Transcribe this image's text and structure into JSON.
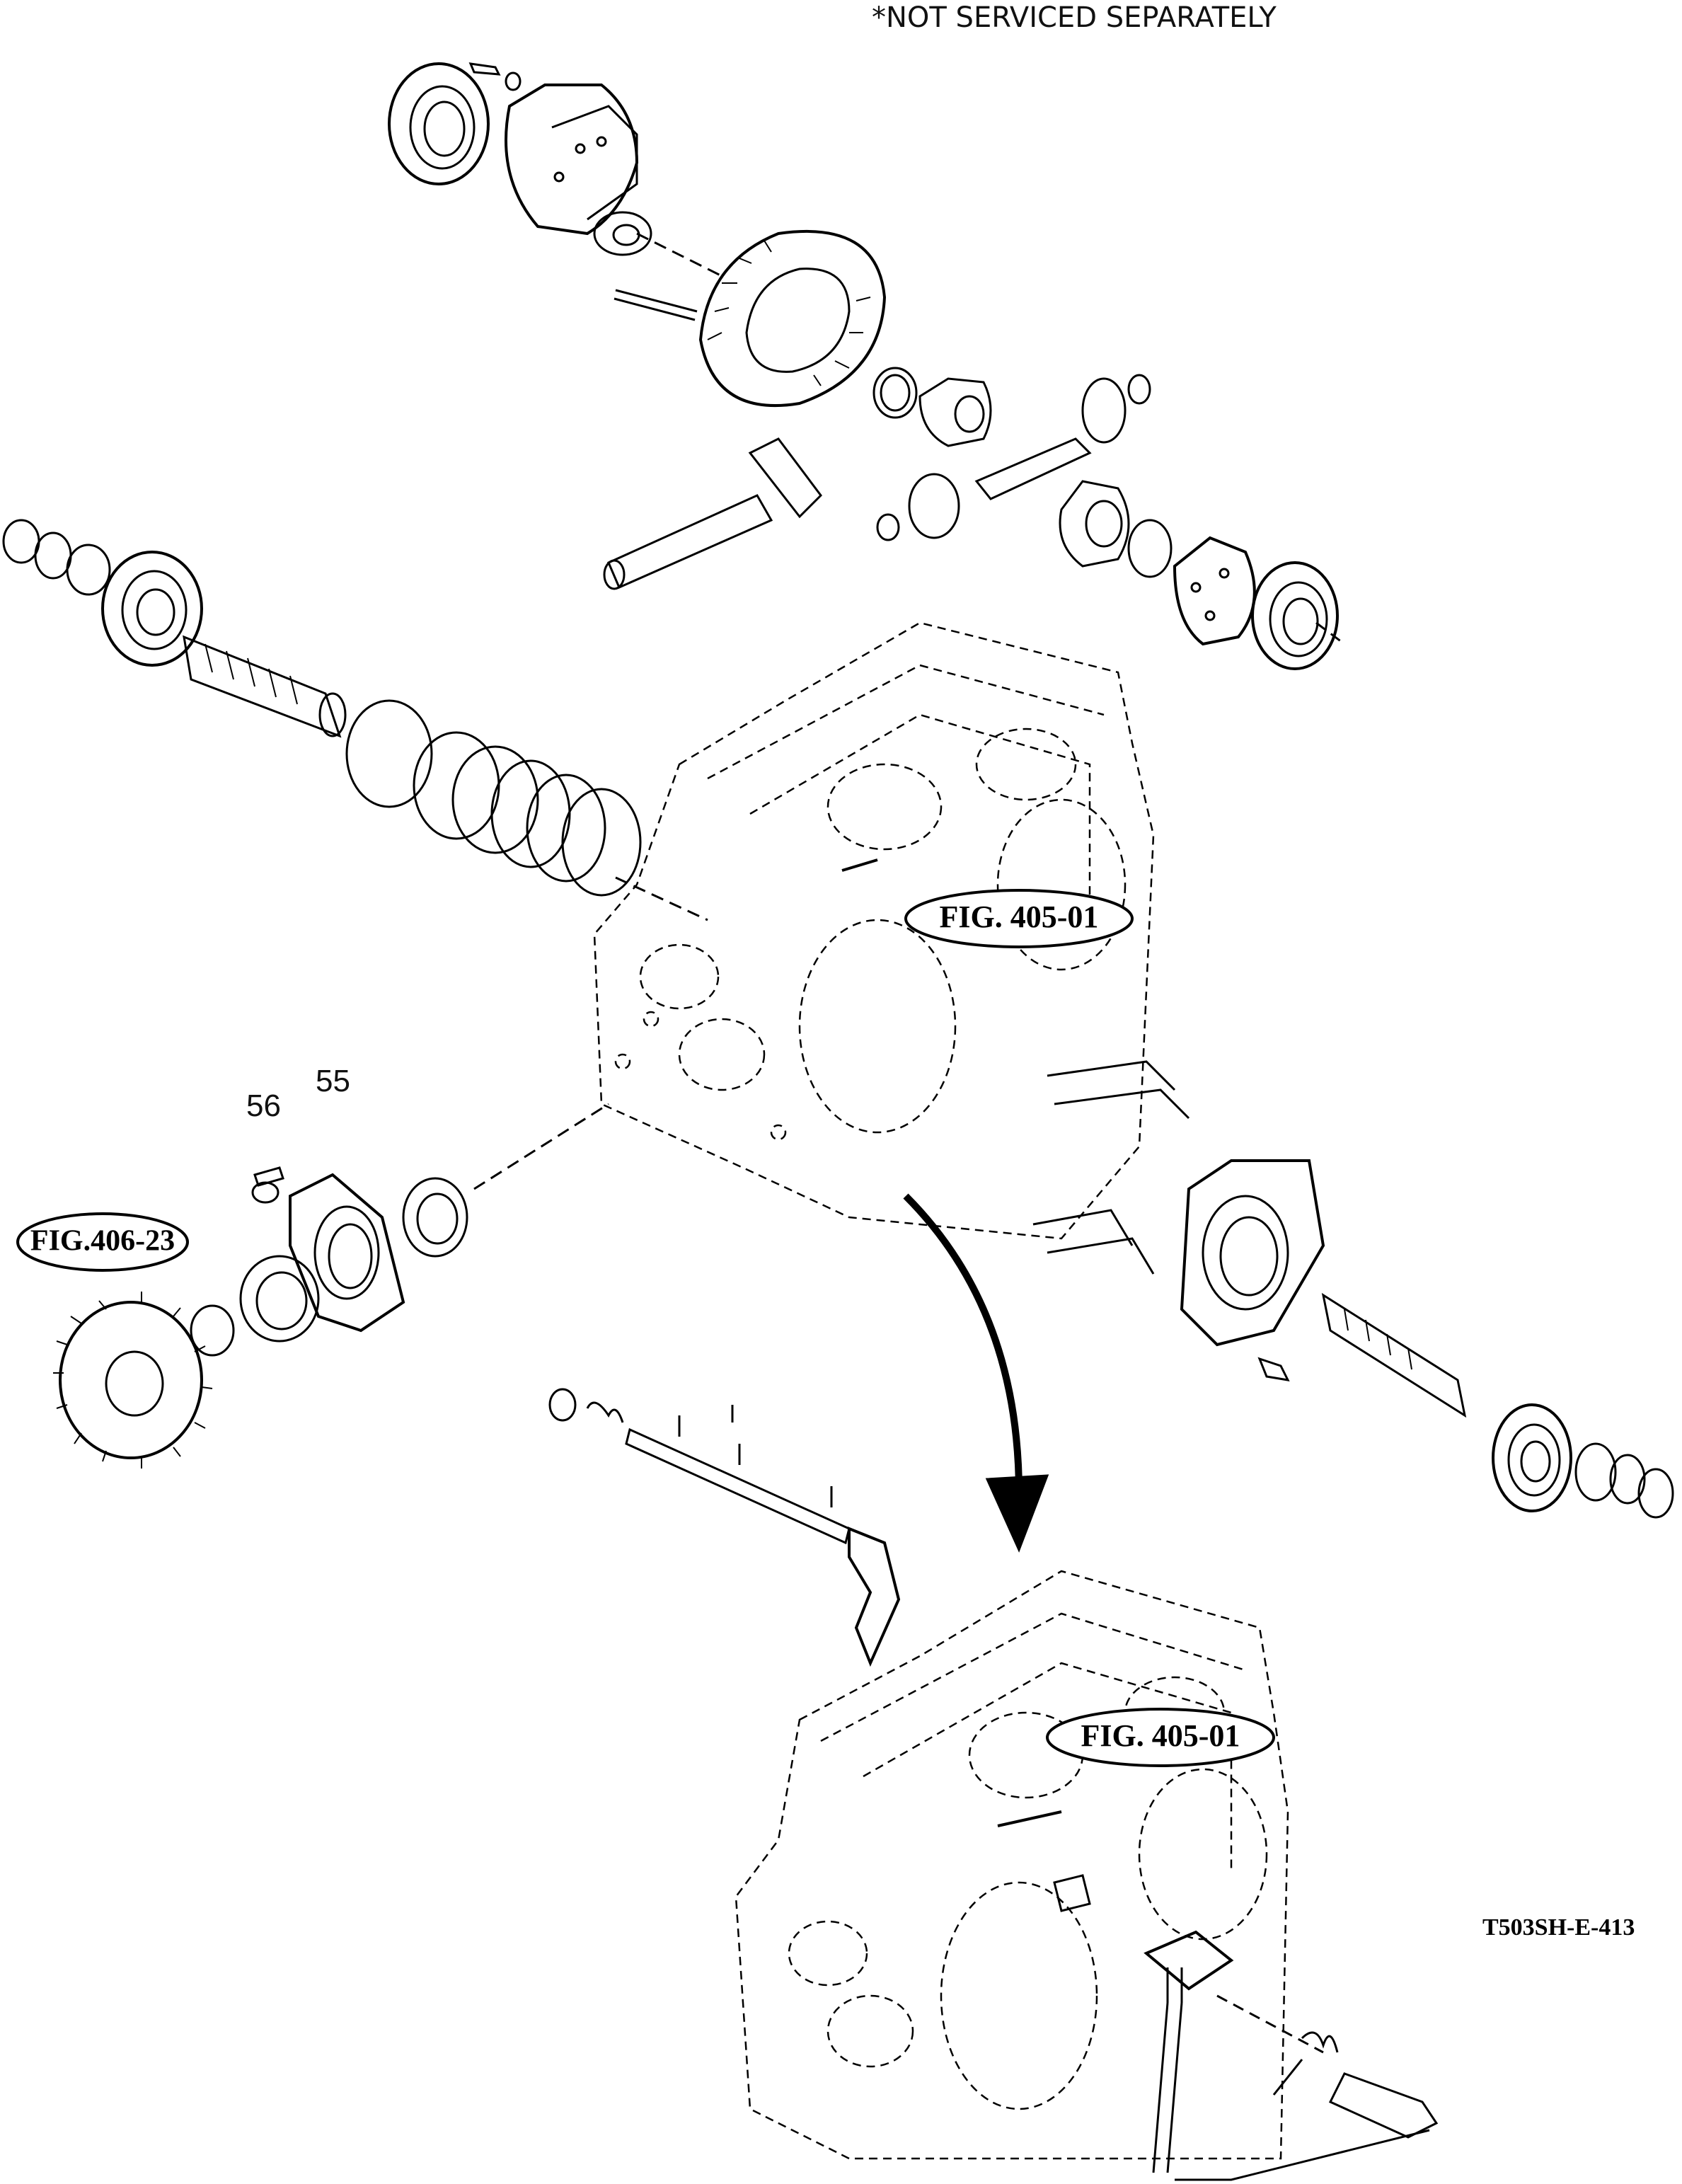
{
  "header_note": "*NOT SERVICED SEPARATELY",
  "figure_refs": [
    "FIG. 405-01",
    "FIG. 405-01",
    "FIG.406-23"
  ],
  "callouts": [
    "56",
    "55"
  ],
  "drawing_code": "T503SH-E-413"
}
